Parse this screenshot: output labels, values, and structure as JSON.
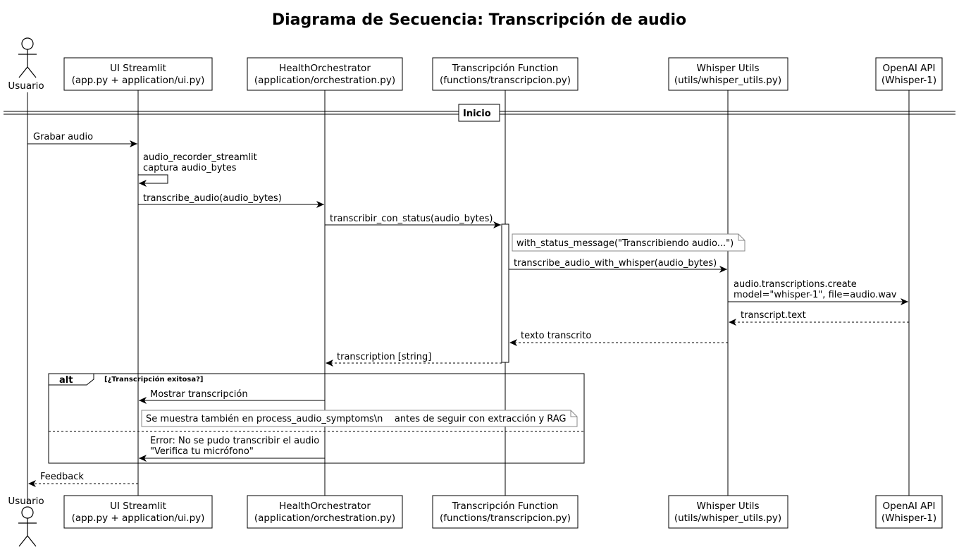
{
  "title": "Diagrama de Secuencia: Transcripción de audio",
  "participants": [
    {
      "id": "usuario",
      "kind": "actor",
      "lines": [
        "Usuario"
      ]
    },
    {
      "id": "ui",
      "kind": "box",
      "lines": [
        "UI Streamlit",
        "(app.py + application/ui.py)"
      ]
    },
    {
      "id": "orch",
      "kind": "box",
      "lines": [
        "HealthOrchestrator",
        "(application/orchestration.py)"
      ]
    },
    {
      "id": "func",
      "kind": "box",
      "lines": [
        "Transcripción Function",
        "(functions/transcripcion.py)"
      ]
    },
    {
      "id": "whisper",
      "kind": "box",
      "lines": [
        "Whisper Utils",
        "(utils/whisper_utils.py)"
      ]
    },
    {
      "id": "openai",
      "kind": "box",
      "lines": [
        "OpenAI API",
        "(Whisper-1)"
      ]
    }
  ],
  "divider": {
    "label": "Inicio"
  },
  "messages": [
    {
      "from": "usuario",
      "to": "ui",
      "style": "solid",
      "lines": [
        "Grabar audio"
      ]
    },
    {
      "from": "ui",
      "to": "ui",
      "style": "self",
      "lines": [
        "audio_recorder_streamlit",
        "captura audio_bytes"
      ]
    },
    {
      "from": "ui",
      "to": "orch",
      "style": "solid",
      "lines": [
        "transcribe_audio(audio_bytes)"
      ]
    },
    {
      "from": "orch",
      "to": "func",
      "style": "solid",
      "lines": [
        "transcribir_con_status(audio_bytes)"
      ]
    },
    {
      "from": "func",
      "to": "whisper",
      "style": "solid",
      "lines": [
        "transcribe_audio_with_whisper(audio_bytes)"
      ]
    },
    {
      "from": "whisper",
      "to": "openai",
      "style": "solid",
      "lines": [
        "audio.transcriptions.create",
        "model=\"whisper-1\", file=audio.wav"
      ]
    },
    {
      "from": "openai",
      "to": "whisper",
      "style": "dashed",
      "lines": [
        "transcript.text"
      ]
    },
    {
      "from": "whisper",
      "to": "func",
      "style": "dashed",
      "lines": [
        "texto transcrito"
      ]
    },
    {
      "from": "func",
      "to": "orch",
      "style": "dashed",
      "lines": [
        "transcription [string]"
      ]
    },
    {
      "from": "orch",
      "to": "ui",
      "style": "solid",
      "lines": [
        "Mostrar transcripción"
      ]
    },
    {
      "from": "orch",
      "to": "ui",
      "style": "solid",
      "lines": [
        "Error: No se pudo transcribir el audio",
        "\"Verifica tu micrófono\""
      ]
    },
    {
      "from": "ui",
      "to": "usuario",
      "style": "dashed",
      "lines": [
        "Feedback"
      ]
    }
  ],
  "notes": [
    {
      "text": "with_status_message(\"Transcribiendo audio...\")"
    },
    {
      "text": "Se muestra también en process_audio_symptoms\\n    antes de seguir con extracción y RAG"
    }
  ],
  "alt": {
    "keyword": "alt",
    "condition": "[¿Transcripción exitosa?]"
  }
}
